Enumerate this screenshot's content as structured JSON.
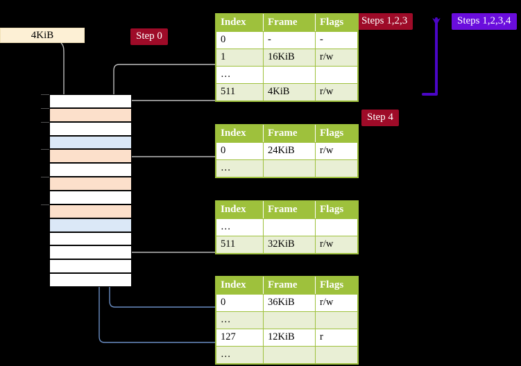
{
  "diagram": {
    "title_hidden": "",
    "colors": {
      "table_header": "#9ec13c",
      "table_alt_row": "#e9efd5",
      "highlight": "#ffff99",
      "badge_red": "#9e0b28",
      "badge_purple": "#6a0ddd",
      "mem_orange": "#fce0cb",
      "mem_blue": "#dbe8f7",
      "tag_bg": "#fdf0d5",
      "wire_grey": "#b8b8b8",
      "wire_blue": "#6b8ec4"
    }
  },
  "labels": {
    "size_tag": "4KiB",
    "step0": "Step 0",
    "step4": "Step 4",
    "steps123": "Steps 1,2,3",
    "steps1234": "Steps 1,2,3,4"
  },
  "columns": [
    "Index",
    "Frame",
    "Flags"
  ],
  "tables": [
    {
      "name": "pml4-table",
      "rows": [
        {
          "index": "0",
          "frame": "-",
          "flags": "-",
          "alt": false,
          "hl": false
        },
        {
          "index": "1",
          "frame": "16KiB",
          "flags": "r/w",
          "alt": true,
          "hl": false
        },
        {
          "index": "…",
          "frame": "",
          "flags": "",
          "alt": false,
          "hl": false
        },
        {
          "index": "511",
          "frame": "4KiB",
          "flags": "r/w",
          "alt": true,
          "hl": true
        }
      ]
    },
    {
      "name": "pdp-table",
      "rows": [
        {
          "index": "0",
          "frame": "24KiB",
          "flags": "r/w",
          "alt": false,
          "hl": false
        },
        {
          "index": "…",
          "frame": "",
          "flags": "",
          "alt": true,
          "hl": false
        }
      ]
    },
    {
      "name": "pd-table",
      "rows": [
        {
          "index": "…",
          "frame": "",
          "flags": "",
          "alt": false,
          "hl": false
        },
        {
          "index": "511",
          "frame": "32KiB",
          "flags": "r/w",
          "alt": true,
          "hl": false
        }
      ]
    },
    {
      "name": "pt-table",
      "rows": [
        {
          "index": "0",
          "frame": "36KiB",
          "flags": "r/w",
          "alt": false,
          "hl": false
        },
        {
          "index": "…",
          "frame": "",
          "flags": "",
          "alt": true,
          "hl": false
        },
        {
          "index": "127",
          "frame": "12KiB",
          "flags": "r",
          "alt": false,
          "hl": false
        },
        {
          "index": "…",
          "frame": "",
          "flags": "",
          "alt": true,
          "hl": false
        }
      ]
    }
  ],
  "memory_column": {
    "blocks": [
      {
        "fill": "white",
        "tick": true
      },
      {
        "fill": "orange",
        "tick": true
      },
      {
        "fill": "white",
        "tick": true
      },
      {
        "fill": "blue",
        "tick": false
      },
      {
        "fill": "orange",
        "tick": true
      },
      {
        "fill": "white",
        "tick": false
      },
      {
        "fill": "orange",
        "tick": true
      },
      {
        "fill": "white",
        "tick": false
      },
      {
        "fill": "orange",
        "tick": true
      },
      {
        "fill": "blue",
        "tick": false
      },
      {
        "fill": "white",
        "tick": false
      },
      {
        "fill": "white",
        "tick": false
      },
      {
        "fill": "white",
        "tick": false
      },
      {
        "fill": "white",
        "tick": false
      }
    ]
  }
}
